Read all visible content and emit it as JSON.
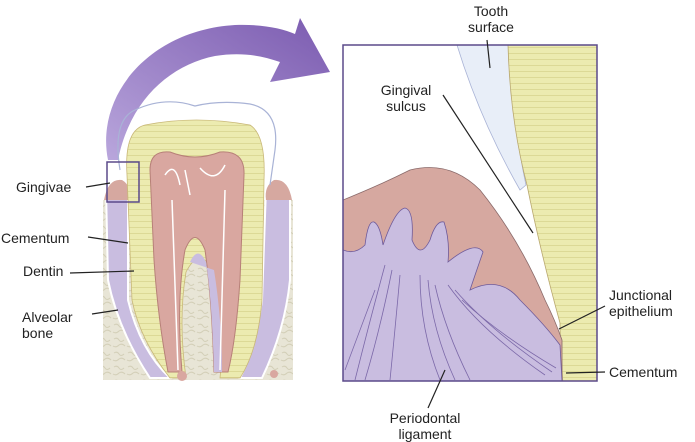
{
  "labels": {
    "tooth_surface": [
      "Tooth",
      "surface"
    ],
    "gingival_sulcus": [
      "Gingival",
      "sulcus"
    ],
    "gingivae": "Gingivae",
    "cementum_left": "Cementum",
    "dentin": "Dentin",
    "alveolar_bone": [
      "Alveolar",
      "bone"
    ],
    "junctional_epithelium": [
      "Junctional",
      "epithelium"
    ],
    "cementum_right": "Cementum",
    "periodontal_ligament": [
      "Periodontal",
      "ligament"
    ]
  },
  "colors": {
    "arrow": "#8a6cb8",
    "dentin": "#ecebb0",
    "pulp": "#d9a7a0",
    "gingiva": "#d6a8a0",
    "ligament": "#c9bde0",
    "bone": "#e6e3d3",
    "enamel_surface": "#e8eef8",
    "frame": "#5b4a8a"
  }
}
